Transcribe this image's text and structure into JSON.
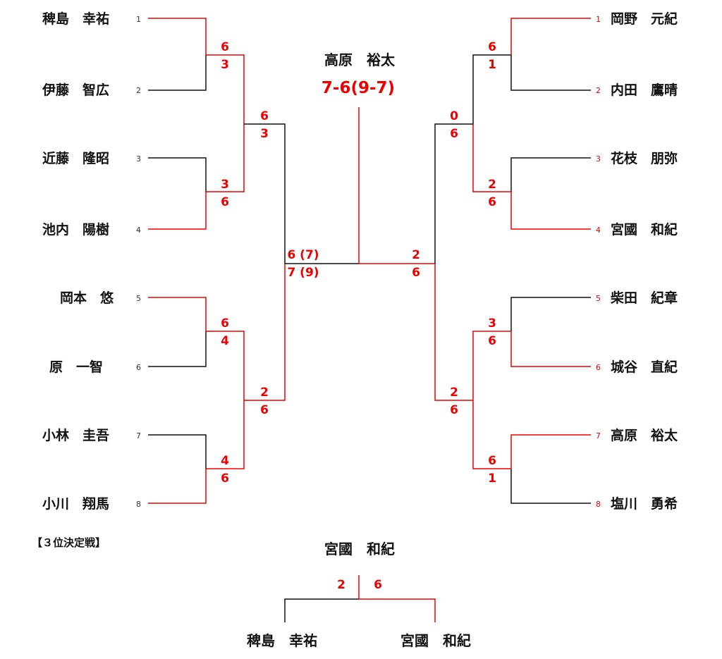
{
  "left_players": [
    {
      "seed": "1",
      "name": "稗島　幸祐"
    },
    {
      "seed": "2",
      "name": "伊藤　智広"
    },
    {
      "seed": "3",
      "name": "近藤　隆昭"
    },
    {
      "seed": "4",
      "name": "池内　陽樹"
    },
    {
      "seed": "5",
      "name": "岡本　悠"
    },
    {
      "seed": "6",
      "name": "原　一智"
    },
    {
      "seed": "7",
      "name": "小林　圭吾"
    },
    {
      "seed": "8",
      "name": "小川　翔馬"
    }
  ],
  "right_players": [
    {
      "seed": "1",
      "name": "岡野　元紀"
    },
    {
      "seed": "2",
      "name": "内田　鷹晴"
    },
    {
      "seed": "3",
      "name": "花枝　朋弥"
    },
    {
      "seed": "4",
      "name": "宮國　和紀"
    },
    {
      "seed": "5",
      "name": "柴田　紀章"
    },
    {
      "seed": "6",
      "name": "城谷　直紀"
    },
    {
      "seed": "7",
      "name": "高原　裕太"
    },
    {
      "seed": "8",
      "name": "塩川　勇希"
    }
  ],
  "scores": {
    "l_r1_m1": [
      "6",
      "3"
    ],
    "l_r1_m2": [
      "3",
      "6"
    ],
    "l_r1_m3": [
      "6",
      "4"
    ],
    "l_r1_m4": [
      "4",
      "6"
    ],
    "l_r2_m1": [
      "6",
      "3"
    ],
    "l_r2_m2": [
      "2",
      "6"
    ],
    "l_sf": [
      "6 (7)",
      "7 (9)"
    ],
    "r_r1_m1": [
      "6",
      "1"
    ],
    "r_r1_m2": [
      "2",
      "6"
    ],
    "r_r1_m3": [
      "3",
      "6"
    ],
    "r_r1_m4": [
      "6",
      "1"
    ],
    "r_r2_m1": [
      "0",
      "6"
    ],
    "r_r2_m2": [
      "2",
      "6"
    ],
    "r_sf": [
      "2",
      "6"
    ]
  },
  "champion": {
    "name": "高原　裕太",
    "score": "7-6(9-7)"
  },
  "third_place": {
    "title": "【３位決定戦】",
    "winner": "宮國　和紀",
    "left_player": "稗島　幸祐",
    "right_player": "宮國　和紀",
    "left_score": "2",
    "right_score": "6"
  },
  "colors": {
    "winner_line": "#e00000",
    "loser_line": "#111111",
    "score": "#e00000"
  }
}
